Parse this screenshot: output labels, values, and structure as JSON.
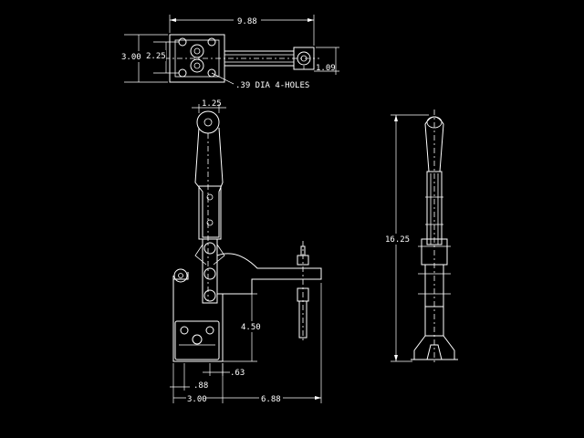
{
  "drawing": {
    "colors": {
      "background": "#000000",
      "lines": "#ffffff"
    },
    "top_view": {
      "overall_length": "9.88",
      "overall_width": "3.00",
      "hole_spacing": "2.25",
      "end_offset": "1.09",
      "hole_note": ".39 DIA 4-HOLES"
    },
    "front_view": {
      "handle_width": "1.25",
      "base_height": "4.50",
      "base_offset": ".63",
      "hole_offset": ".88",
      "base_width": "3.00",
      "reach": "6.88"
    },
    "side_view": {
      "overall_height": "16.25"
    }
  }
}
